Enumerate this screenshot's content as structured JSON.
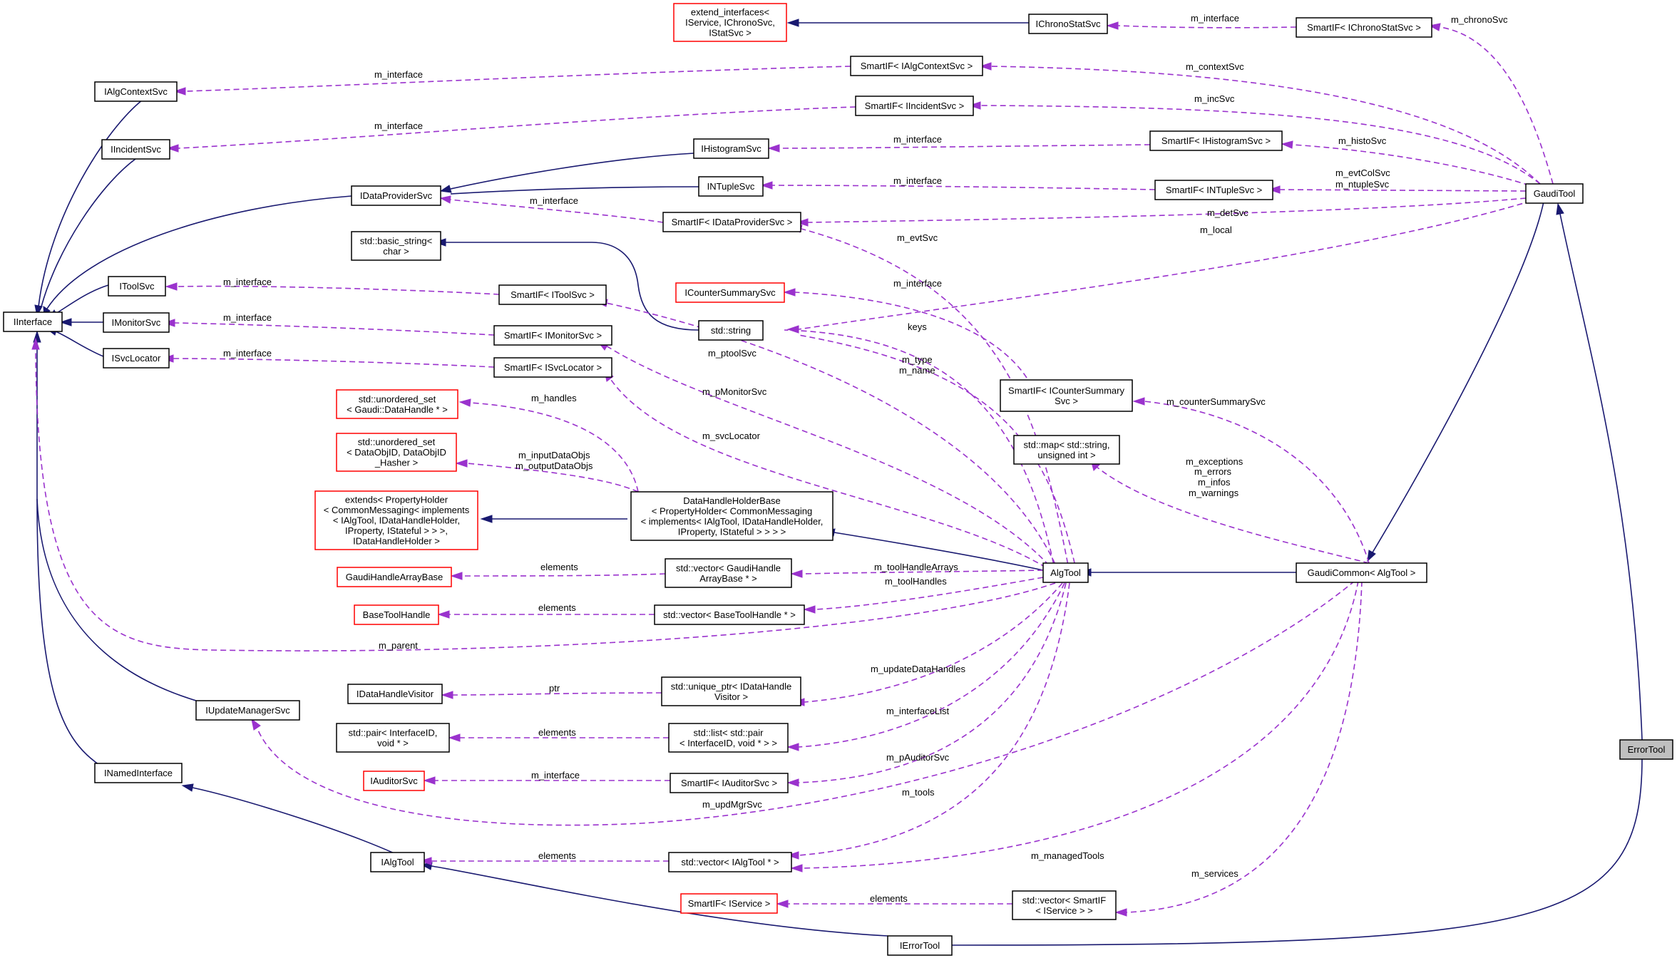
{
  "nodes": {
    "ierrortool": {
      "lines": [
        "IErrorTool"
      ],
      "style": "normal"
    },
    "ialgtool": {
      "lines": [
        "IAlgTool"
      ],
      "style": "normal"
    },
    "inamedinterface": {
      "lines": [
        "INamedInterface"
      ],
      "style": "normal"
    },
    "iinterface": {
      "lines": [
        "IInterface"
      ],
      "style": "normal"
    },
    "iupdatemanagersvc": {
      "lines": [
        "IUpdateManagerSvc"
      ],
      "style": "normal"
    },
    "ialgcontextsvc": {
      "lines": [
        "IAlgContextSvc"
      ],
      "style": "normal"
    },
    "iincidentsvc": {
      "lines": [
        "IIncidentSvc"
      ],
      "style": "normal"
    },
    "idataprovidersvc": {
      "lines": [
        "IDataProviderSvc"
      ],
      "style": "normal"
    },
    "itoolsvc": {
      "lines": [
        "IToolSvc"
      ],
      "style": "normal"
    },
    "imonitorsvc": {
      "lines": [
        "IMonitorSvc"
      ],
      "style": "normal"
    },
    "isvclocator": {
      "lines": [
        "ISvcLocator"
      ],
      "style": "normal"
    },
    "extend_interfaces": {
      "lines": [
        "extend_interfaces<",
        " IService, IChronoSvc,",
        " IStatSvc >"
      ],
      "style": "red"
    },
    "ichronostatsvc": {
      "lines": [
        "IChronoStatSvc"
      ],
      "style": "normal"
    },
    "smartif_ichronostatsvc": {
      "lines": [
        "SmartIF< IChronoStatSvc >"
      ],
      "style": "normal"
    },
    "smartif_ialgcontextsvc": {
      "lines": [
        "SmartIF< IAlgContextSvc >"
      ],
      "style": "normal"
    },
    "smartif_iincidentsvc": {
      "lines": [
        "SmartIF< IIncidentSvc >"
      ],
      "style": "normal"
    },
    "ihistogramsvc": {
      "lines": [
        "IHistogramSvc"
      ],
      "style": "normal"
    },
    "intuplesvc": {
      "lines": [
        "INTupleSvc"
      ],
      "style": "normal"
    },
    "smartif_ihistogramsvc": {
      "lines": [
        "SmartIF< IHistogramSvc >"
      ],
      "style": "normal"
    },
    "smartif_intuplesvc": {
      "lines": [
        "SmartIF< INTupleSvc >"
      ],
      "style": "normal"
    },
    "smartif_idataprovidersvc": {
      "lines": [
        "SmartIF< IDataProviderSvc >"
      ],
      "style": "normal"
    },
    "gauditool": {
      "lines": [
        "GaudiTool"
      ],
      "style": "normal"
    },
    "std_basic_string": {
      "lines": [
        "std::basic_string<",
        "char >"
      ],
      "style": "normal"
    },
    "std_string": {
      "lines": [
        "std::string"
      ],
      "style": "normal"
    },
    "icountersummarysvc": {
      "lines": [
        "ICounterSummarySvc"
      ],
      "style": "red"
    },
    "smartif_itoolsvc": {
      "lines": [
        "SmartIF< IToolSvc >"
      ],
      "style": "normal"
    },
    "smartif_imonitorsvc": {
      "lines": [
        "SmartIF< IMonitorSvc >"
      ],
      "style": "normal"
    },
    "smartif_isvclocator": {
      "lines": [
        "SmartIF< ISvcLocator >"
      ],
      "style": "normal"
    },
    "smartif_icountersummarysvc": {
      "lines": [
        "SmartIF< ICounterSummary",
        "Svc >"
      ],
      "style": "normal"
    },
    "std_map": {
      "lines": [
        "std::map< std::string,",
        " unsigned int >"
      ],
      "style": "normal"
    },
    "unordered_set_datahandle": {
      "lines": [
        "std::unordered_set",
        "< Gaudi::DataHandle * >"
      ],
      "style": "red"
    },
    "unordered_set_dataobjid": {
      "lines": [
        "std::unordered_set",
        "< DataObjID, DataObjID",
        "_Hasher >"
      ],
      "style": "red"
    },
    "extends_propertyholder": {
      "lines": [
        "extends< PropertyHolder",
        "< CommonMessaging< implements",
        "< IAlgTool, IDataHandleHolder,",
        " IProperty, IStateful > > >,",
        " IDataHandleHolder >"
      ],
      "style": "red"
    },
    "datahandleholderbase": {
      "lines": [
        "DataHandleHolderBase",
        "< PropertyHolder< CommonMessaging",
        "< implements< IAlgTool, IDataHandleHolder,",
        " IProperty, IStateful > > > >"
      ],
      "style": "normal"
    },
    "gaudihandlearraybase": {
      "lines": [
        "GaudiHandleArrayBase"
      ],
      "style": "red"
    },
    "vector_gaudihandlearraybase": {
      "lines": [
        "std::vector< GaudiHandle",
        "ArrayBase * >"
      ],
      "style": "normal"
    },
    "basetoolhandle": {
      "lines": [
        "BaseToolHandle"
      ],
      "style": "red"
    },
    "vector_basetoolhandle": {
      "lines": [
        "std::vector< BaseToolHandle * >"
      ],
      "style": "normal"
    },
    "algtool": {
      "lines": [
        "AlgTool"
      ],
      "style": "normal"
    },
    "gaudicommon": {
      "lines": [
        "GaudiCommon< AlgTool >"
      ],
      "style": "normal"
    },
    "idatahandlevisitor": {
      "lines": [
        "IDataHandleVisitor"
      ],
      "style": "normal"
    },
    "unique_ptr_visitor": {
      "lines": [
        "std::unique_ptr< IDataHandle",
        "Visitor >"
      ],
      "style": "normal"
    },
    "pair_interfaceid": {
      "lines": [
        "std::pair< InterfaceID,",
        " void * >"
      ],
      "style": "normal"
    },
    "list_pair": {
      "lines": [
        "std::list< std::pair",
        "< InterfaceID, void * > >"
      ],
      "style": "normal"
    },
    "iauditorsvc": {
      "lines": [
        "IAuditorSvc"
      ],
      "style": "red"
    },
    "smartif_iauditorsvc": {
      "lines": [
        "SmartIF< IAuditorSvc >"
      ],
      "style": "normal"
    },
    "vector_ialgtool": {
      "lines": [
        "std::vector< IAlgTool * >"
      ],
      "style": "normal"
    },
    "smartif_iservice": {
      "lines": [
        "SmartIF< IService >"
      ],
      "style": "red"
    },
    "vector_smartif_iservice": {
      "lines": [
        "std::vector< SmartIF",
        "< IService > >"
      ],
      "style": "normal"
    },
    "errortool": {
      "lines": [
        "ErrorTool"
      ],
      "style": "self"
    }
  },
  "edges": {
    "m_interface": "m_interface",
    "m_chronoSvc": "m_chronoSvc",
    "m_contextSvc": "m_contextSvc",
    "m_incSvc": "m_incSvc",
    "m_histoSvc": "m_histoSvc",
    "m_evtColSvc": "m_evtColSvc",
    "m_ntupleSvc": "m_ntupleSvc",
    "m_detSvc": "m_detSvc",
    "m_local": "m_local",
    "m_evtSvc": "m_evtSvc",
    "keys": "keys",
    "m_type": "m_type",
    "m_name": "m_name",
    "m_ptoolSvc": "m_ptoolSvc",
    "m_pMonitorSvc": "m_pMonitorSvc",
    "m_svcLocator": "m_svcLocator",
    "m_handles": "m_handles",
    "m_inputDataObjs": "m_inputDataObjs",
    "m_outputDataObjs": "m_outputDataObjs",
    "m_counterSummarySvc": "m_counterSummarySvc",
    "m_exceptions": "m_exceptions",
    "m_errors": "m_errors",
    "m_infos": "m_infos",
    "m_warnings": "m_warnings",
    "elements": "elements",
    "m_toolHandleArrays": "m_toolHandleArrays",
    "m_toolHandles": "m_toolHandles",
    "m_parent": "m_parent",
    "ptr": "ptr",
    "m_updateDataHandles": "m_updateDataHandles",
    "m_interfaceList": "m_interfaceList",
    "m_pAuditorSvc": "m_pAuditorSvc",
    "m_tools": "m_tools",
    "m_updMgrSvc": "m_updMgrSvc",
    "m_managedTools": "m_managedTools",
    "m_services": "m_services"
  },
  "colors": {
    "inheritance": "#191970",
    "usage": "#9a32cd",
    "red_border": "#ff0000",
    "self_fill": "#bfbfbf"
  }
}
